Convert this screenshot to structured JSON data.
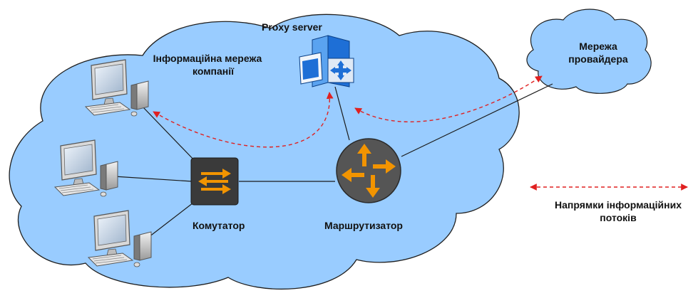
{
  "labels": {
    "company_network": [
      "Інформаційна мережа",
      "компанії"
    ],
    "proxy_server": "Proxy server",
    "switch": "Комутатор",
    "router": "Маршрутизатор",
    "provider_network": [
      "Мережа",
      "провайдера"
    ],
    "legend": [
      "Напрямки інформаційних",
      "потоків"
    ]
  },
  "icons": [
    "computer-icon",
    "computer-icon",
    "computer-icon",
    "switch-icon",
    "router-icon",
    "proxy-server-icon"
  ],
  "colors": {
    "cloud_fill": "#99ccff",
    "cloud_stroke": "#1f1f1f",
    "flow_arrow": "#e02020",
    "switch_body": "#3a3a3a",
    "switch_arrows": "#f29400",
    "router_body": "#555555",
    "router_arrows": "#f29400",
    "server_blue": "#1e6fd6"
  }
}
